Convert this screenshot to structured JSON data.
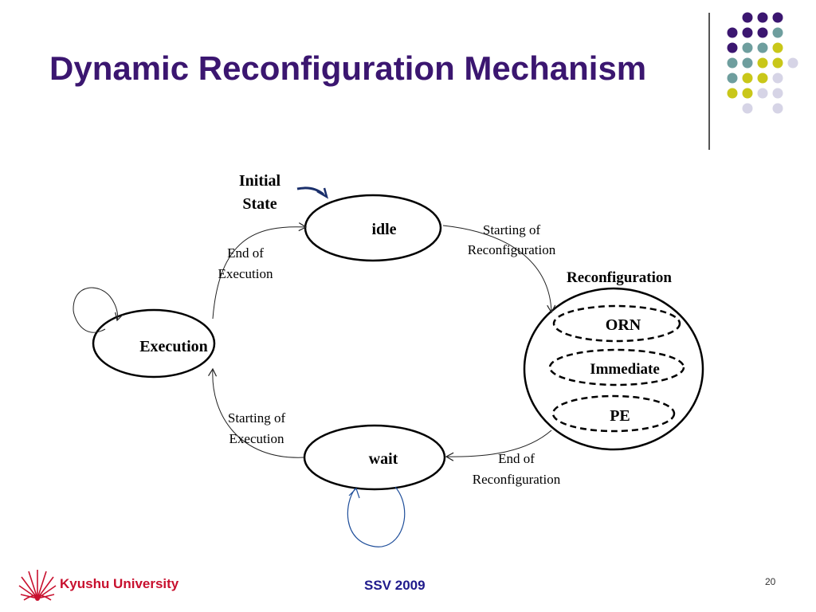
{
  "title": "Dynamic Reconfiguration Mechanism",
  "colors": {
    "title": "#3b1670",
    "dot_purple": "#3b1670",
    "dot_teal": "#6e9e9e",
    "dot_yellow": "#c9c719",
    "dot_lavender": "#d6d4e6",
    "footer_red": "#c8102e",
    "footer_blue": "#1f1a8c",
    "initial_arrow": "#1a2f6b",
    "self_loop": "#1f4e9a"
  },
  "diagram": {
    "initial_state_label": [
      "Initial",
      "State"
    ],
    "states": {
      "idle": "idle",
      "execution": "Execution",
      "wait": "wait",
      "reconfiguration": "Reconfiguration"
    },
    "reconfiguration_modes": [
      "ORN",
      "Immediate",
      "PE"
    ],
    "transitions": {
      "starting_reconfiguration": [
        "Starting of",
        "Reconfiguration"
      ],
      "end_reconfiguration": [
        "End of",
        "Reconfiguration"
      ],
      "starting_execution": [
        "Starting of",
        "Execution"
      ],
      "end_execution": [
        "End of",
        "Execution"
      ]
    }
  },
  "footer": {
    "university": "Kyushu University",
    "event": "SSV 2009",
    "page_number": "20"
  }
}
